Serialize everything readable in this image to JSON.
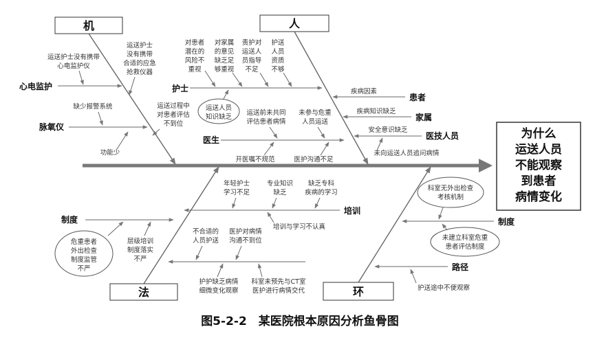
{
  "title": "为什么运送人员不能观察到患者病情变化",
  "head_lines": [
    "为什么",
    "运送人员",
    "不能观察",
    "到患者",
    "病情变化"
  ],
  "caption": "图5-2-2　某医院根本原因分析鱼骨图",
  "categories": {
    "machine": "机",
    "people": "人",
    "method": "法",
    "environment": "环"
  },
  "machine": {
    "sub1": "心电监护",
    "sub2": "脉氧仪",
    "c1": [
      "运送护士没有携带",
      "心电监护仪"
    ],
    "c2": [
      "运送护士",
      "没有携带",
      "合适的应急",
      "抢救仪器"
    ],
    "c3": "缺少报警系统",
    "c4": [
      "运送过程中",
      "对患者评估",
      "不到位"
    ],
    "c5": "功能少"
  },
  "people": {
    "nurse": "护士",
    "doctor": "医生",
    "patient": "患者",
    "family": "家属",
    "tech": "医技人员",
    "n1": [
      "对患者",
      "潜在的",
      "风险不",
      "重视"
    ],
    "n2": [
      "对家属",
      "的意见",
      "缺乏足",
      "够重视"
    ],
    "n3": [
      "责护对",
      "运送人",
      "员指导",
      "不足"
    ],
    "n4": [
      "护送",
      "人员",
      "资质",
      "不够"
    ],
    "circle": [
      "运送人员",
      "知识缺乏"
    ],
    "d1": [
      "运送前未共同",
      "评估患者病情"
    ],
    "d2": [
      "未参与危重",
      "人员运送"
    ],
    "d3": "开医嘱不规范",
    "d4": "医护沟通不足",
    "p1": "疾病因素",
    "f1": "疾病知识缺乏",
    "t1": "安全意识缺乏",
    "t2": "未向运送人员追问病情"
  },
  "method": {
    "sub1": "制度",
    "sub2": "培训",
    "t1": [
      "年轻护士",
      "学习不足"
    ],
    "t2": [
      "专业知识",
      "缺乏"
    ],
    "t3": [
      "缺乏专科",
      "疾病的学习"
    ],
    "t4": "培训与学习不认真",
    "circle": [
      "危重患者",
      "外出检查",
      "制度监管",
      "不严"
    ],
    "r1": [
      "层级培训",
      "制度落实",
      "不严"
    ],
    "r2": [
      "不合适的",
      "人员护送"
    ],
    "r3": [
      "医护对病情",
      "沟通不到位"
    ],
    "r4": [
      "护护缺乏病情",
      "细微变化观察"
    ],
    "r5": [
      "科室未预先与CT室",
      "医护进行病情交代"
    ]
  },
  "environment": {
    "sub1": "制度",
    "sub2": "路径",
    "circle1": [
      "科室无外出检查",
      "考核机制"
    ],
    "circle2": [
      "未建立科室危重",
      "患者评估制度"
    ],
    "e1": "护送途中不便观察"
  }
}
